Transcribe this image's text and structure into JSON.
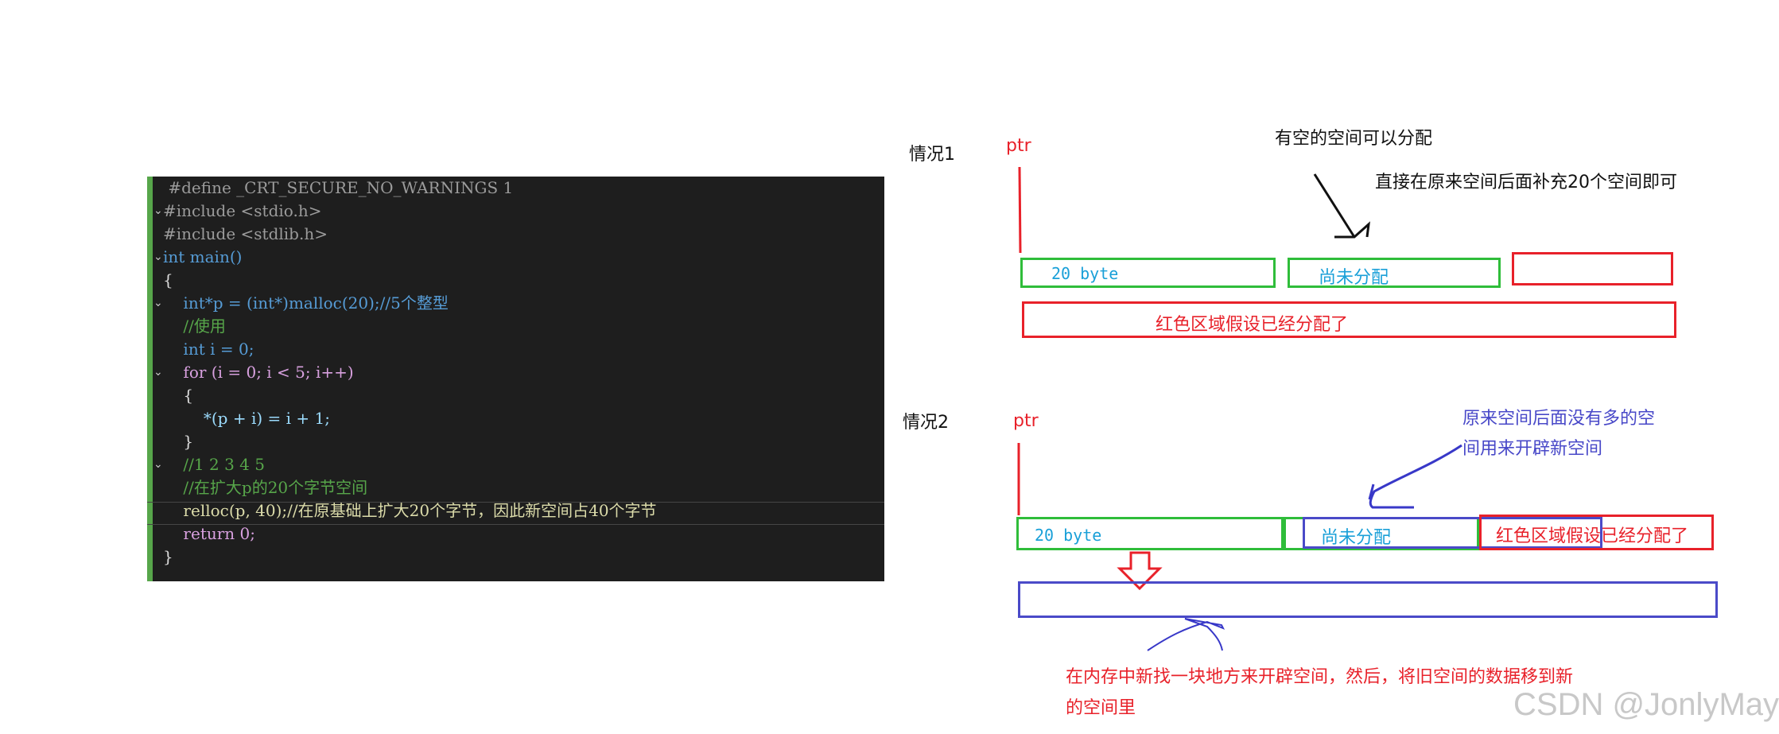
{
  "code": {
    "lines": [
      " #define _CRT_SECURE_NO_WARNINGS 1",
      "#include <stdio.h>",
      "#include <stdlib.h>",
      "int main()",
      "{",
      "    int*p = (int*)malloc(20);//5个整型",
      "    //使用",
      "    int i = 0;",
      "    for (i = 0; i < 5; i++)",
      "    {",
      "        *(p + i) = i + 1;",
      "    }",
      "    //1 2 3 4 5",
      "    //在扩大p的20个字节空间",
      "    relloc(p, 40);//在原基础上扩大20个字节，因此新空间占40个字节",
      "    return 0;",
      "}"
    ]
  },
  "case1": {
    "title": "情况1",
    "ptr": "ptr",
    "note_top": "有空的空间可以分配",
    "note_right": "直接在原来空间后面补充20个空间即可",
    "box_used": "20 byte",
    "box_free": "尚未分配",
    "box_red": "红色区域假设已经分配了"
  },
  "case2": {
    "title": "情况2",
    "ptr": "ptr",
    "note_top_line1": "原来空间后面没有多的空",
    "note_top_line2": "间用来开辟新空间",
    "box_used": "20 byte",
    "box_free": "尚未分配",
    "box_red": "红色区域假设已经分配了",
    "note_bottom_line1": "在内存中新找一块地方来开辟空间，然后，将旧空间的数据移到新",
    "note_bottom_line2": "的空间里"
  },
  "watermark": "CSDN @JonlyMay"
}
